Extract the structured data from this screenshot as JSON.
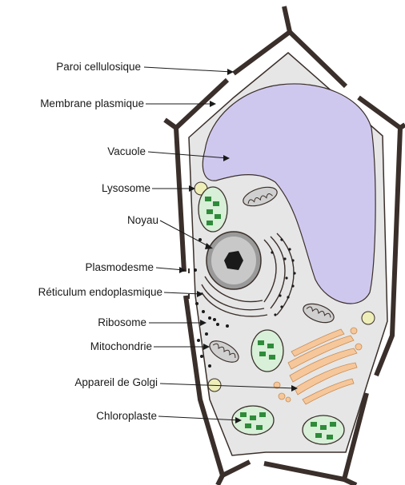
{
  "labels": {
    "paroi": "Paroi cellulosique",
    "membrane": "Membrane plasmique",
    "vacuole": "Vacuole",
    "lysosome": "Lysosome",
    "noyau": "Noyau",
    "plasmodesme": "Plasmodesme",
    "reticulum": "Réticulum endoplasmique",
    "ribosome": "Ribosome",
    "mitochondrie": "Mitochondrie",
    "golgi": "Appareil de Golgi",
    "chloroplaste": "Chloroplaste"
  },
  "colors": {
    "cell_wall": "#3a2f2a",
    "cytoplasm": "#e6e6e6",
    "vacuole": "#cfc8ee",
    "chloroplast": "#d8efd8",
    "grana": "#2e8b3a",
    "golgi": "#f6c79a",
    "lysosome": "#eeeeb8",
    "nucleus": "#9a9a9a",
    "nucleolus": "#1a1a1a"
  }
}
